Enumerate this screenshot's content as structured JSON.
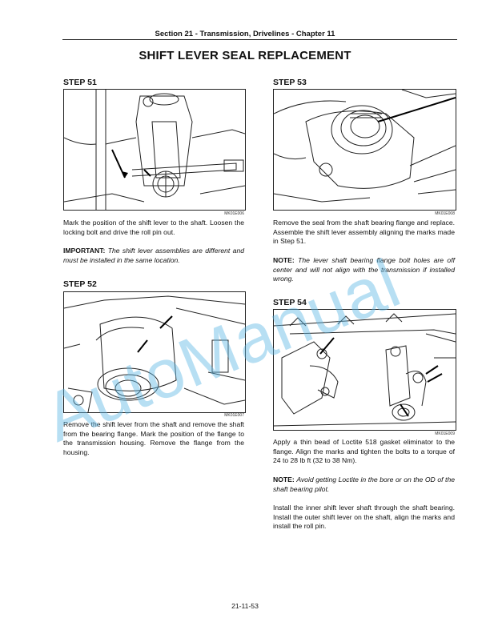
{
  "header": {
    "section": "Section 21 - Transmission, Drivelines - Chapter 11"
  },
  "title": "SHIFT LEVER SEAL REPLACEMENT",
  "steps": {
    "s51": {
      "label": "STEP  51",
      "figure_code": "MK01E006",
      "p1": "Mark the position of the shift lever to the shaft. Loosen the locking bolt and drive the roll pin out.",
      "important_label": "IMPORTANT:",
      "important_text": "The shift lever assemblies are different and must be installed in the same location."
    },
    "s52": {
      "label": "STEP  52",
      "figure_code": "MK01E007",
      "p1": "Remove the shift lever from the shaft and remove the shaft from the bearing flange. Mark the position of the flange to the transmission housing. Remove the flange from the housing."
    },
    "s53": {
      "label": "STEP  53",
      "figure_code": "MK01E008",
      "p1": "Remove the seal from the shaft bearing flange and replace. Assemble the shift lever assembly aligning the marks made in Step 51.",
      "note_label": "NOTE:",
      "note_text": "The lever shaft bearing flange bolt holes are off center and will not align with the transmission if installed wrong."
    },
    "s54": {
      "label": "STEP  54",
      "figure_code": "MK01E009",
      "p1": "Apply a thin bead of Loctite 518 gasket eliminator to the flange. Align the marks and tighten the bolts to a torque of 24 to 28 lb ft (32 to 38 Nm).",
      "note_label": "NOTE:",
      "note_text": "Avoid getting Loctite in the bore or on the OD of the shaft bearing pilot.",
      "p2": "Install the inner shift lever shaft through the shaft bearing. Install the outer shift lever on the shaft, align the marks and install the roll pin."
    }
  },
  "footer": {
    "page_number": "21-11-53"
  },
  "watermark": {
    "text": "AutoManual",
    "color": "#5fb7e5"
  }
}
